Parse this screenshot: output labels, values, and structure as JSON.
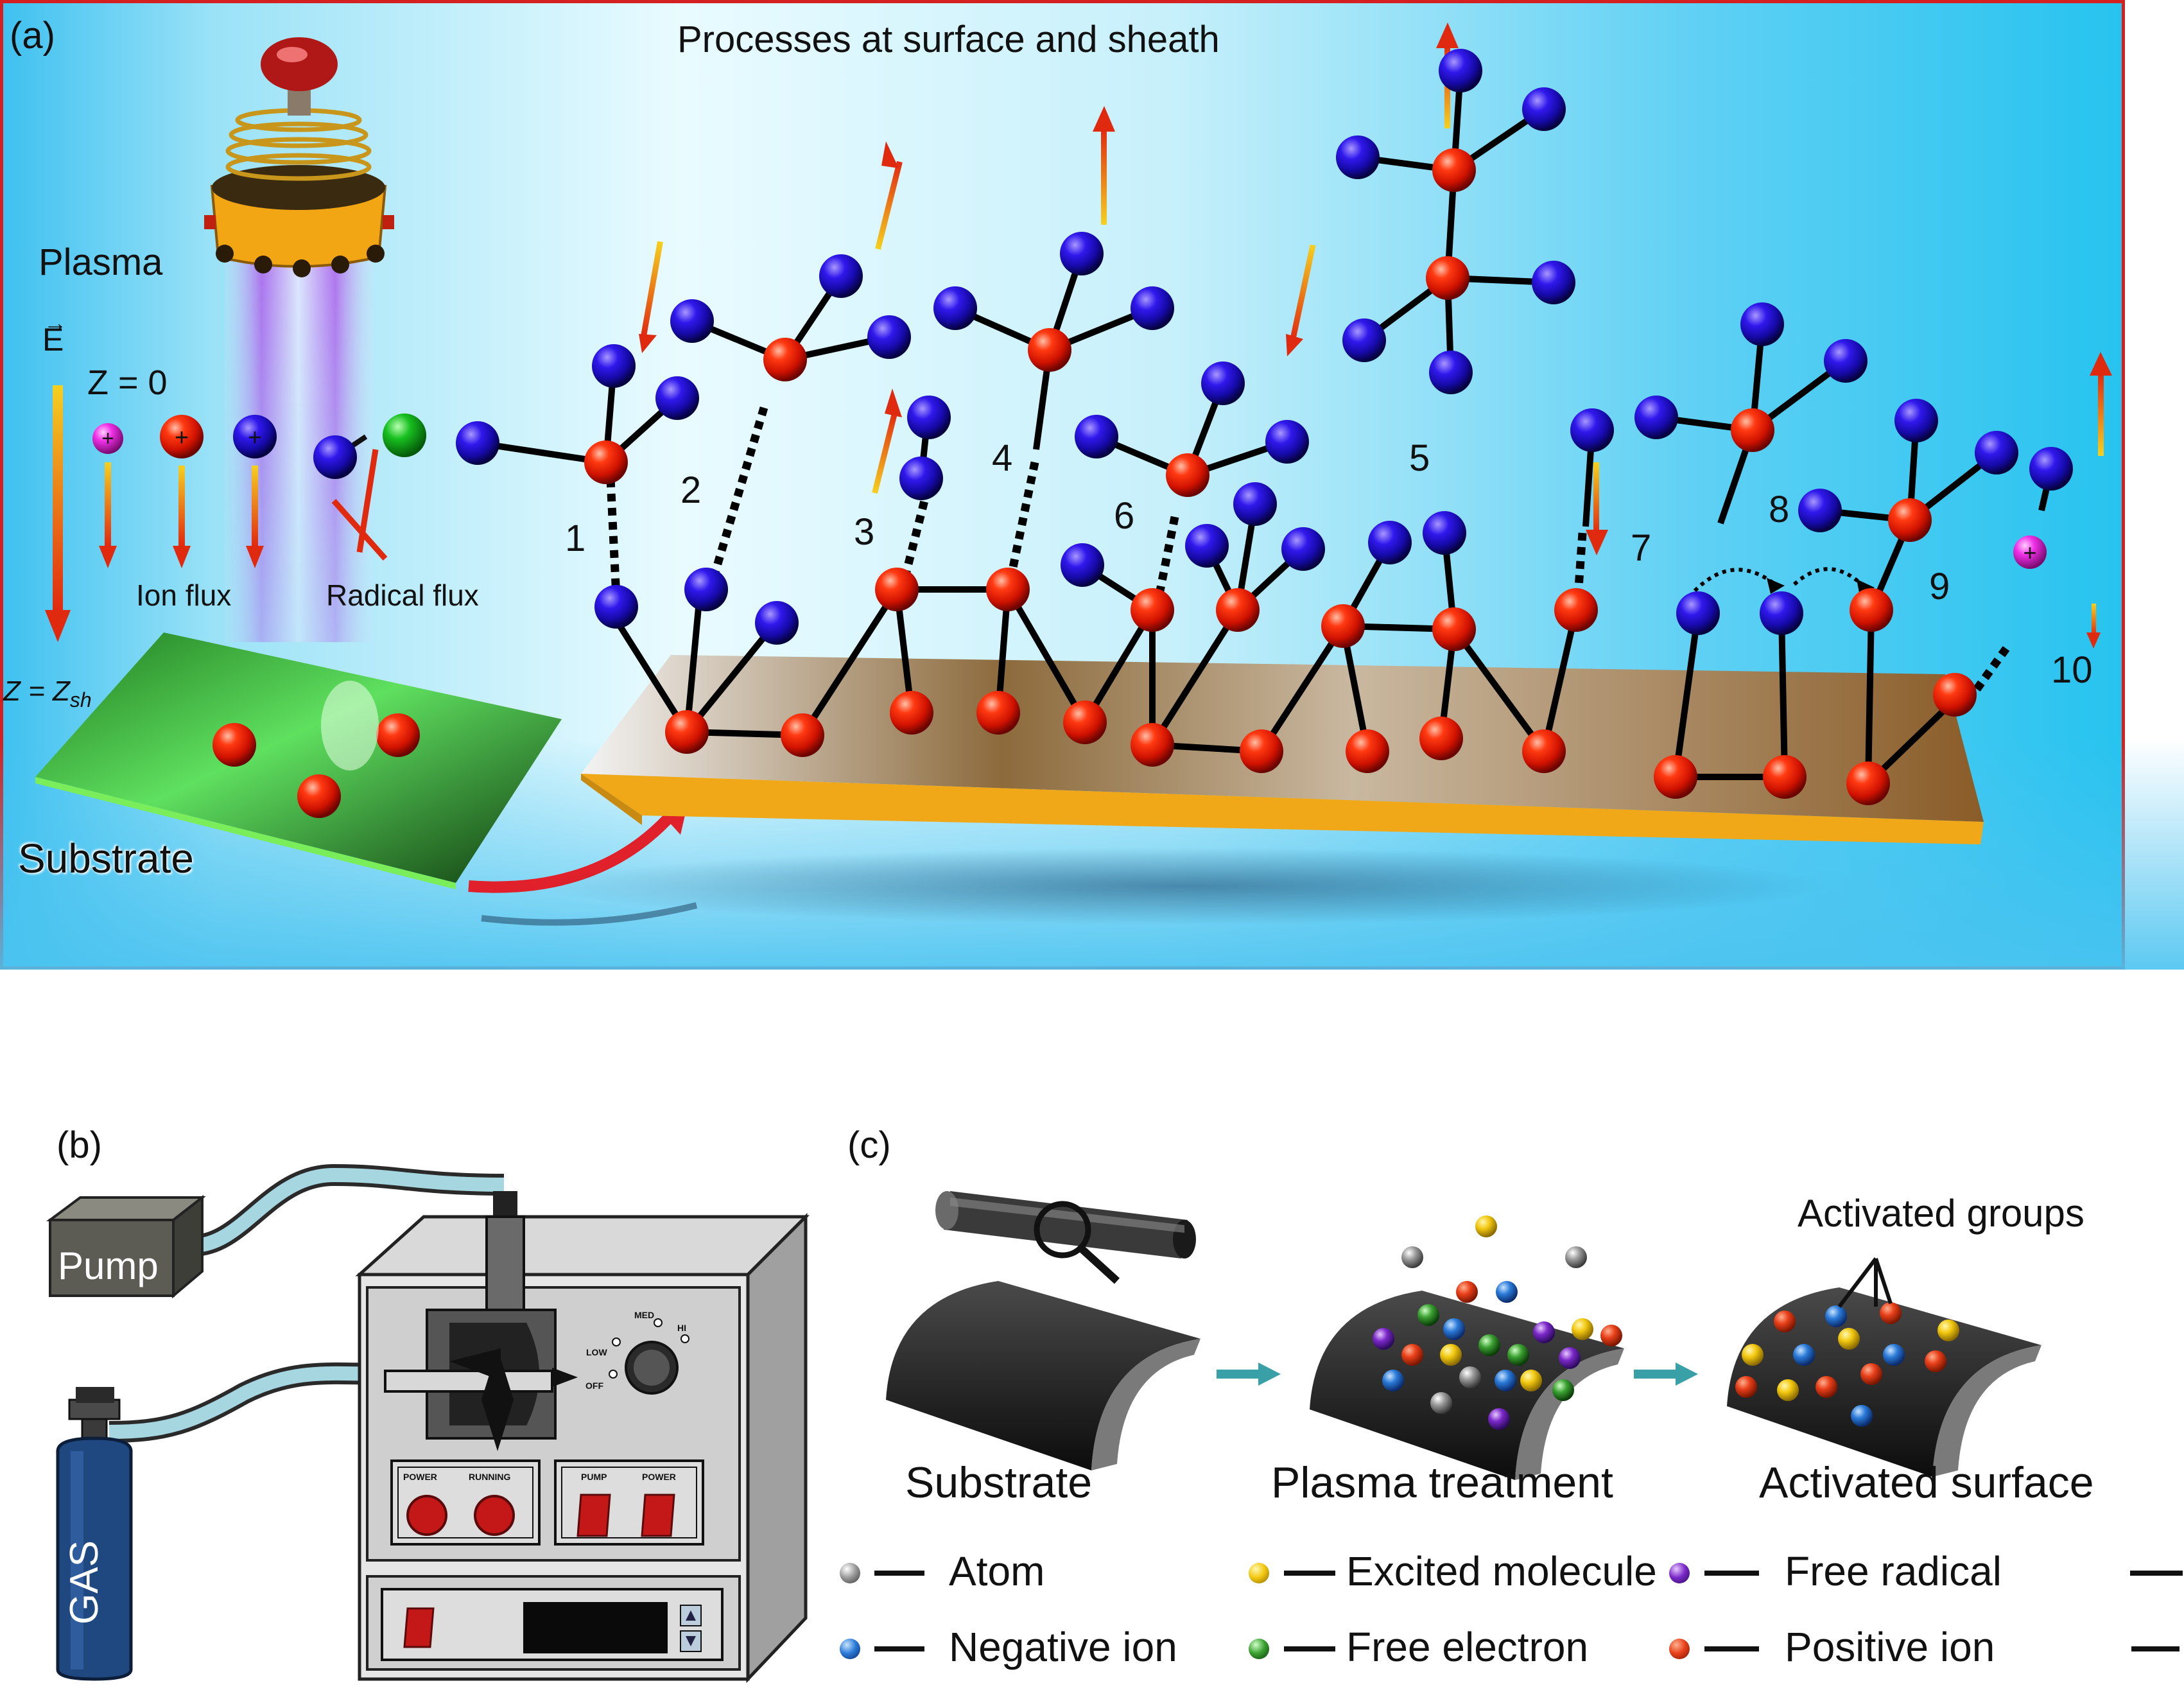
{
  "panel_a": {
    "label": "(a)",
    "title": "Processes at surface and sheath",
    "plasma_label": "Plasma",
    "field_label": "E",
    "z0_label": "Z = 0",
    "zsh_label_main": "Z = Z",
    "zsh_label_sub": "sh",
    "ion_flux_label": "Ion flux",
    "radical_flux_label": "Radical flux",
    "substrate_label": "Substrate",
    "process_numbers": [
      "1",
      "2",
      "3",
      "4",
      "5",
      "6",
      "7",
      "8",
      "9",
      "10"
    ],
    "colors": {
      "frame": "#d42020",
      "substrate_top": "#c99a55",
      "substrate_side": "#f0a818",
      "bond": "#000000"
    }
  },
  "panel_b": {
    "label": "(b)",
    "pump_label": "Pump",
    "gas_label": "GAS",
    "knob_labels": [
      "LOW",
      "MED",
      "HI",
      "OFF"
    ],
    "switch_labels": [
      "POWER",
      "RUNNING"
    ],
    "indicator_labels": [
      "PUMP",
      "POWER"
    ]
  },
  "panel_c": {
    "label": "(c)",
    "step_labels": [
      "Substrate",
      "Plasma treatment",
      "Activated surface"
    ],
    "activated_groups_label": "Activated groups",
    "legend": [
      {
        "icon": "atom-icon",
        "color": "#8a8a8a",
        "label": "Atom"
      },
      {
        "icon": "excited-molecule-icon",
        "color": "#f0c010",
        "label": "Excited molecule"
      },
      {
        "icon": "free-radical-icon",
        "color": "#7a28c8",
        "label": "Free radical"
      },
      {
        "icon": "negative-ion-icon",
        "color": "#2a7ad8",
        "label": "Negative ion"
      },
      {
        "icon": "free-electron-icon",
        "color": "#3aa030",
        "label": "Free electron"
      },
      {
        "icon": "positive-ion-icon",
        "color": "#e8501a",
        "label": "Positive ion"
      }
    ]
  }
}
